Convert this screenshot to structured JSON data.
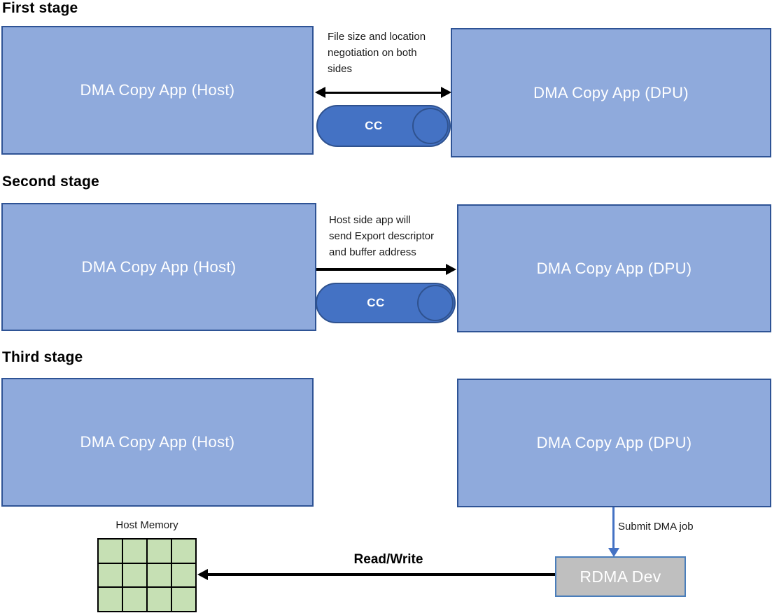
{
  "colors": {
    "box_fill": "#8FAADC",
    "box_border": "#2E5395",
    "box_text": "#FFFFFF",
    "capsule_fill": "#4472C4",
    "capsule_border": "#2F528F",
    "rdma_fill": "#BFBFBF",
    "rdma_border": "#4A7EBB",
    "memory_fill": "#C6E0B4",
    "memory_border": "#000000",
    "arrow_black": "#000000",
    "arrow_blue": "#4472C4",
    "title_text": "#000000",
    "caption_text": "#1A1A1A"
  },
  "stages": [
    {
      "title": "First stage",
      "left_box": "DMA Copy App (Host)",
      "right_box": "DMA Copy App (DPU)",
      "caption_lines": [
        "File size and location",
        "negotiation on both",
        "sides"
      ],
      "channel_label": "CC",
      "arrow_direction": "double"
    },
    {
      "title": "Second stage",
      "left_box": "DMA Copy App (Host)",
      "right_box": "DMA Copy App (DPU)",
      "caption_lines": [
        "Host side app will",
        "send Export descriptor",
        "and buffer address"
      ],
      "channel_label": "CC",
      "arrow_direction": "right"
    },
    {
      "title": "Third stage",
      "left_box": "DMA Copy App (Host)",
      "right_box": "DMA Copy App (DPU)"
    }
  ],
  "bottom": {
    "host_memory_label": "Host Memory",
    "memory_grid": {
      "rows": 3,
      "cols": 4
    },
    "read_write_label": "Read/Write",
    "submit_dma_label": "Submit DMA job",
    "rdma_dev_label": "RDMA Dev"
  }
}
